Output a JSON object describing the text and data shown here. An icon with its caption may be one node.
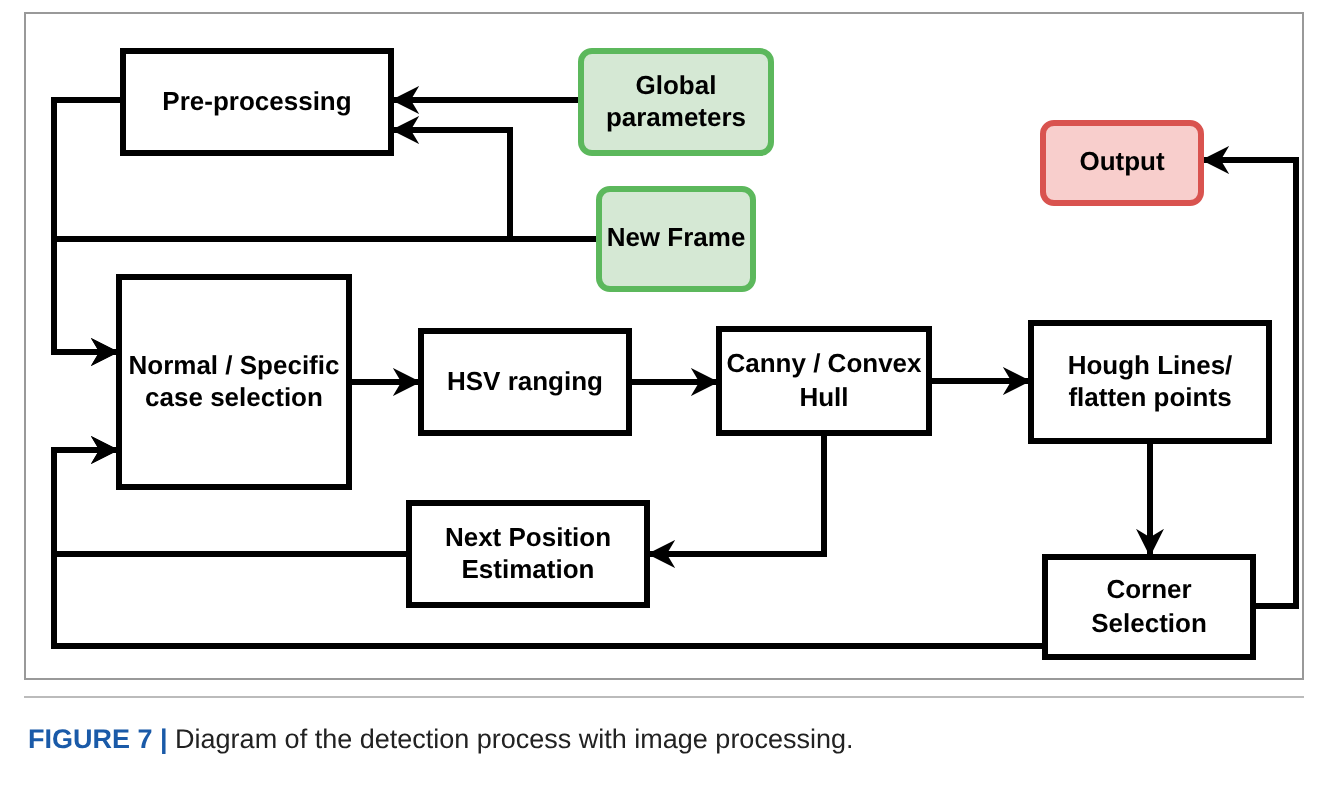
{
  "diagram": {
    "caption": "**FIGURE 7 |** Diagram of the detection process with image processing.",
    "nodes": [
      {
        "text": [
          "Pre-processing"
        ]
      },
      {
        "text": [
          "Global parameters"
        ]
      },
      {
        "text": [
          "New Frame"
        ]
      },
      {
        "text": [
          "Output"
        ]
      },
      {
        "text": [
          "Normal / Specific case selection"
        ]
      },
      {
        "text": [
          "HSV ranging"
        ]
      },
      {
        "text": [
          "Canny / Convex Hull"
        ]
      },
      {
        "text": [
          "Hough Lines/ flatten points"
        ]
      },
      {
        "text": [
          "Next Position Estimation"
        ]
      },
      {
        "text": [
          "Corner Selection"
        ]
      }
    ],
    "edges": [
      {
        "from": 1,
        "to": 0,
        "arrow": "to"
      },
      {
        "from": 2,
        "to": 0,
        "arrow": "to"
      },
      {
        "from": 2,
        "to": 4,
        "arrow": "to"
      },
      {
        "from": 0,
        "to": 4,
        "arrow": "to"
      },
      {
        "from": 4,
        "to": 5,
        "arrow": "to"
      },
      {
        "from": 5,
        "to": 6,
        "arrow": "to"
      },
      {
        "from": 6,
        "to": 7,
        "arrow": "to"
      },
      {
        "from": 6,
        "to": 8,
        "arrow": "to"
      },
      {
        "from": 7,
        "to": 9,
        "arrow": "to"
      },
      {
        "from": 9,
        "to": 3,
        "arrow": "to"
      },
      {
        "from": 8,
        "to": 4,
        "arrow": "to"
      },
      {
        "from": 9,
        "to": 4,
        "arrow": "to"
      }
    ]
  }
}
